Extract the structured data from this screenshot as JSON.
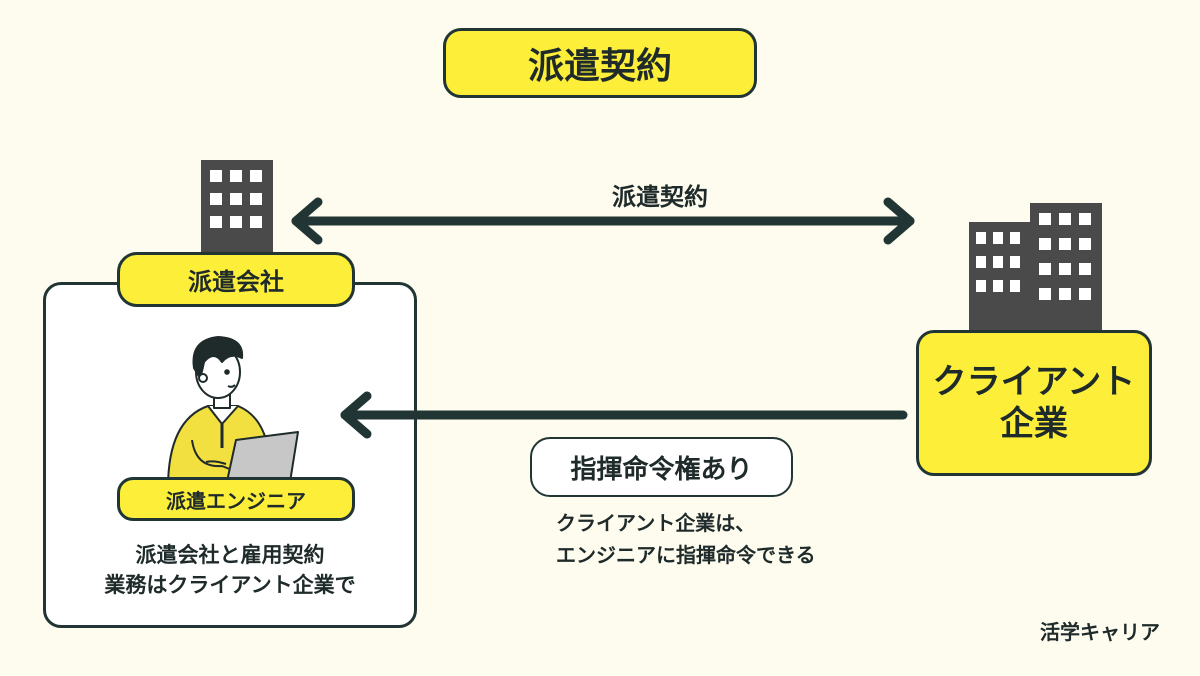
{
  "title": "派遣契約",
  "arrow_top_label": "派遣契約",
  "dispatch_company": {
    "label": "派遣会社",
    "engineer_label": "派遣エンジニア",
    "description": [
      "派遣会社と雇用契約",
      "業務はクライアント企業で"
    ]
  },
  "client_company": {
    "label_lines": [
      "クライアント",
      "企業"
    ],
    "command_label": "指揮命令権あり",
    "description": [
      "クライアント企業は、",
      "エンジニアに指揮命令できる"
    ]
  },
  "brand": "活学キャリア",
  "colors": {
    "background": "#fdfcee",
    "accent_yellow": "#fcee39",
    "dark": "#223535",
    "building": "#4a4a4a"
  }
}
